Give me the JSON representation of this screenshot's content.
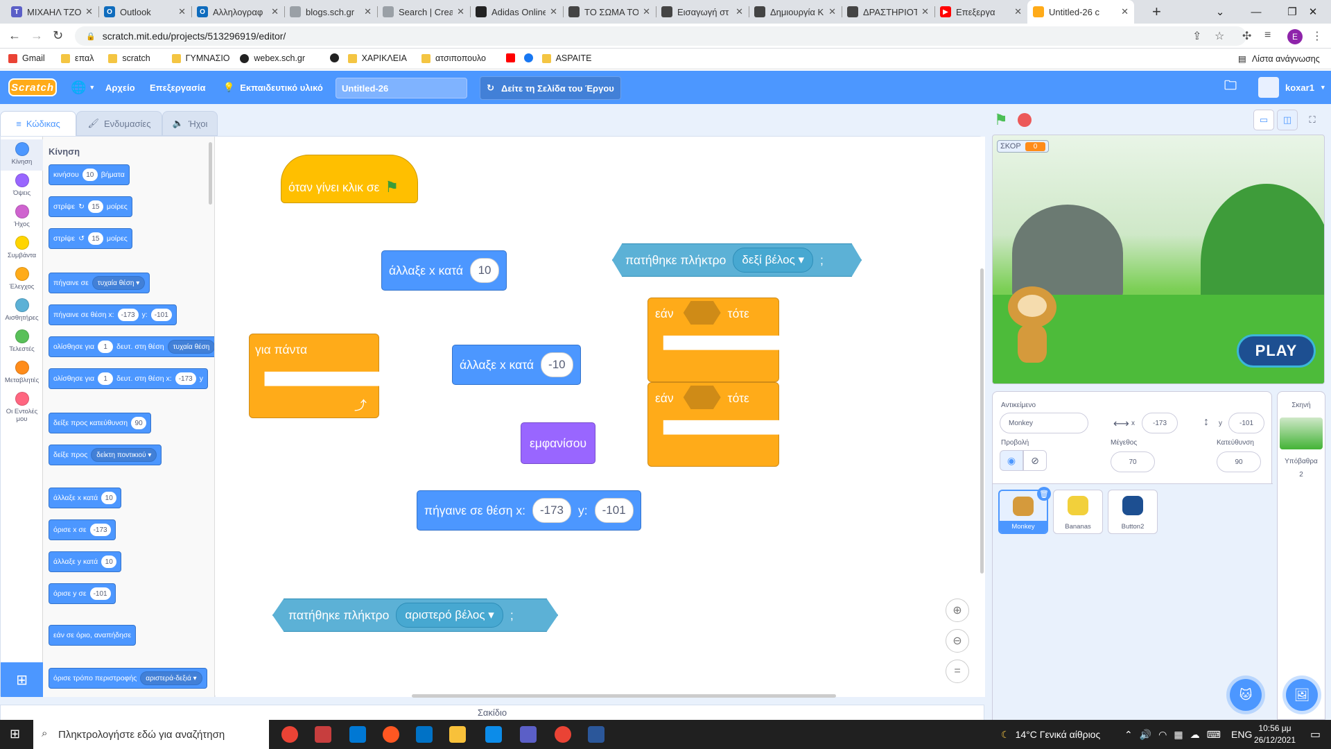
{
  "browser": {
    "tabs": [
      {
        "title": "ΜΙΧΑΗΛ ΤΖΟ",
        "color": "#5b5fc7",
        "glyph": "T"
      },
      {
        "title": "Outlook",
        "color": "#0f6cbd",
        "glyph": "O"
      },
      {
        "title": "Αλληλογραφ",
        "color": "#0f6cbd",
        "glyph": "O"
      },
      {
        "title": "blogs.sch.gr",
        "color": "#9aa0a6",
        "glyph": ""
      },
      {
        "title": "Search | Creat",
        "color": "#9aa0a6",
        "glyph": ""
      },
      {
        "title": "Adidas Online",
        "color": "#222222",
        "glyph": ""
      },
      {
        "title": "ΤΟ ΣΩΜΑ ΤΟ",
        "color": "#444444",
        "glyph": ""
      },
      {
        "title": "Εισαγωγή στ",
        "color": "#444444",
        "glyph": ""
      },
      {
        "title": "Δημιουργία Κ",
        "color": "#444444",
        "glyph": ""
      },
      {
        "title": "ΔΡΑΣΤΗΡΙΟΤ",
        "color": "#444444",
        "glyph": ""
      },
      {
        "title": "Επεξεργα",
        "color": "#ff0000",
        "glyph": "▶"
      },
      {
        "title": "Untitled-26 c",
        "color": "#ffab19",
        "glyph": "",
        "active": true
      }
    ],
    "url": "scratch.mit.edu/projects/513296919/editor/",
    "bookmarks": [
      {
        "label": "Gmail",
        "type": "gmail"
      },
      {
        "label": "επαλ",
        "type": "folder"
      },
      {
        "label": "scratch",
        "type": "folder"
      },
      {
        "label": "ΓΥΜΝΑΣΙΟ",
        "type": "folder"
      },
      {
        "label": "webex.sch.gr",
        "type": "globe"
      },
      {
        "label": "",
        "type": "globe"
      },
      {
        "label": "ΧΑΡΙΚΛΕΙΑ",
        "type": "folder"
      },
      {
        "label": "ατσιποπουλο",
        "type": "folder"
      },
      {
        "label": "",
        "type": "youtube"
      },
      {
        "label": "",
        "type": "facebook"
      },
      {
        "label": "ASPAITE",
        "type": "folder"
      }
    ],
    "reading_list": "Λίστα ανάγνωσης",
    "profile_initial": "E"
  },
  "menu": {
    "logo": "Scratch",
    "file": "Αρχείο",
    "edit": "Επεξεργασία",
    "tutorials": "Εκπαιδευτικό υλικό",
    "project_title": "Untitled-26",
    "see_project": "Δείτε τη Σελίδα του Έργου",
    "username": "koxar1"
  },
  "editor_tabs": {
    "code": "Κώδικας",
    "costumes": "Ενδυμασίες",
    "sounds": "Ήχοι"
  },
  "categories": [
    {
      "label": "Κίνηση",
      "color": "#4c97ff"
    },
    {
      "label": "Όψεις",
      "color": "#9966ff"
    },
    {
      "label": "Ήχος",
      "color": "#cf63cf"
    },
    {
      "label": "Συμβάντα",
      "color": "#ffd500"
    },
    {
      "label": "Έλεγχος",
      "color": "#ffab19"
    },
    {
      "label": "Αισθητήρες",
      "color": "#5cb1d6"
    },
    {
      "label": "Τελεστές",
      "color": "#59c059"
    },
    {
      "label": "Μεταβλητές",
      "color": "#ff8c1a"
    },
    {
      "label": "Οι Εντολές μου",
      "color": "#ff6680"
    }
  ],
  "palette": {
    "title": "Κίνηση",
    "move": {
      "a": "κινήσου",
      "n": "10",
      "b": "βήματα"
    },
    "turn_right": {
      "a": "στρίψε",
      "n": "15",
      "b": "μοίρες"
    },
    "turn_left": {
      "a": "στρίψε",
      "n": "15",
      "b": "μοίρες"
    },
    "goto": {
      "a": "πήγαινε σε",
      "dd": "τυχαία θέση"
    },
    "goto_xy": {
      "a": "πήγαινε σε θέση x:",
      "x": "-173",
      "b": "y:",
      "y": "-101"
    },
    "glide_to": {
      "a": "ολίσθησε για",
      "n": "1",
      "b": "δευτ. στη θέση",
      "dd": "τυχαία θέση"
    },
    "glide_xy": {
      "a": "ολίσθησε για",
      "n": "1",
      "b": "δευτ. στη θέση x:",
      "x": "-173",
      "c": "y"
    },
    "point_dir": {
      "a": "δείξε προς κατεύθυνση",
      "n": "90"
    },
    "point_towards": {
      "a": "δείξε προς",
      "dd": "δείκτη ποντικιού"
    },
    "change_x": {
      "a": "άλλαξε x κατά",
      "n": "10"
    },
    "set_x": {
      "a": "όρισε x σε",
      "n": "-173"
    },
    "change_y": {
      "a": "άλλαξε y κατά",
      "n": "10"
    },
    "set_y": {
      "a": "όρισε y σε",
      "n": "-101"
    },
    "bounce": "εάν σε όριο, αναπήδησε",
    "rotation": {
      "a": "όρισε τρόπο περιστροφής",
      "dd": "αριστερά-δεξιά"
    }
  },
  "workspace": {
    "flag_hat": "όταν γίνει κλικ σε",
    "change_x_pos": {
      "a": "άλλαξε x κατά",
      "n": "10"
    },
    "change_x_neg": {
      "a": "άλλαξε x κατά",
      "n": "-10"
    },
    "forever": "για πάντα",
    "key_right": {
      "a": "πατήθηκε πλήκτρο",
      "dd": "δεξί βέλος",
      "q": ";"
    },
    "key_left": {
      "a": "πατήθηκε πλήκτρο",
      "dd": "αριστερό βέλος",
      "q": ";"
    },
    "if1": {
      "a": "εάν",
      "b": "τότε"
    },
    "if2": {
      "a": "εάν",
      "b": "τότε"
    },
    "show": "εμφανίσου",
    "goto_xy": {
      "a": "πήγαινε σε θέση x:",
      "x": "-173",
      "b": "y:",
      "y": "-101"
    },
    "zoom_reset": "="
  },
  "backpack": "Σακίδιο",
  "stage": {
    "score_label": "ΣΚΟΡ",
    "score_value": "0",
    "play": "PLAY"
  },
  "sprite_info": {
    "sprite_label": "Αντικείμενο",
    "sprite_name": "Monkey",
    "x_label": "x",
    "x": "-173",
    "y_label": "y",
    "y": "-101",
    "show_label": "Προβολή",
    "size_label": "Μέγεθος",
    "size": "70",
    "direction_label": "Κατεύθυνση",
    "direction": "90"
  },
  "sprites": [
    {
      "name": "Monkey",
      "selected": true
    },
    {
      "name": "Bananas",
      "selected": false
    },
    {
      "name": "Button2",
      "selected": false
    }
  ],
  "stage_panel": {
    "title": "Σκηνή",
    "backdrops_label": "Υπόβαθρα",
    "backdrops_count": "2"
  },
  "taskbar": {
    "search": "Πληκτρολογήστε εδώ για αναζήτηση",
    "weather": "14°C  Γενικά αίθριος",
    "lang": "ENG",
    "time": "10:56 μμ",
    "date": "26/12/2021"
  }
}
